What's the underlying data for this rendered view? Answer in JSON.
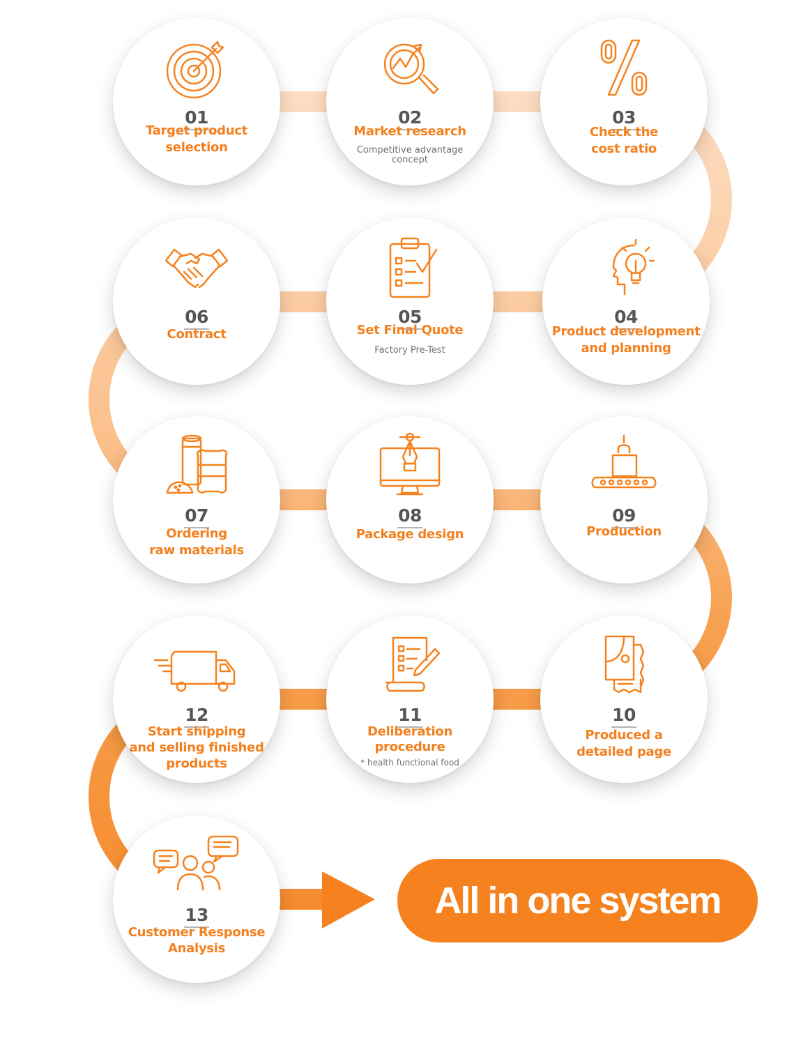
{
  "colors": {
    "accent": "#f5821f",
    "accent_light": "#fcd2ad",
    "number": "#555555",
    "subtext": "#707070"
  },
  "steps": [
    {
      "number": "01",
      "title": "Target product\nselection",
      "subtitle": "",
      "icon": "target-icon"
    },
    {
      "number": "02",
      "title": "Market research",
      "subtitle": "Competitive advantage\nconcept",
      "icon": "magnifier-chart-icon"
    },
    {
      "number": "03",
      "title": "Check the\ncost ratio",
      "subtitle": "",
      "icon": "percent-icon"
    },
    {
      "number": "04",
      "title": "Product development\nand planning",
      "subtitle": "",
      "icon": "head-lightbulb-icon"
    },
    {
      "number": "05",
      "title": "Set Final Quote",
      "subtitle": "Factory Pre-Test",
      "icon": "clipboard-checklist-icon"
    },
    {
      "number": "06",
      "title": "Contract",
      "subtitle": "",
      "icon": "handshake-icon"
    },
    {
      "number": "07",
      "title": "Ordering\nraw materials",
      "subtitle": "",
      "icon": "raw-materials-icon"
    },
    {
      "number": "08",
      "title": "Package design",
      "subtitle": "",
      "icon": "pen-monitor-icon"
    },
    {
      "number": "09",
      "title": "Production",
      "subtitle": "",
      "icon": "conveyor-icon"
    },
    {
      "number": "10",
      "title": "Produced a\ndetailed page",
      "subtitle": "",
      "icon": "pages-icon"
    },
    {
      "number": "11",
      "title": "Deliberation\nprocedure",
      "subtitle": "* health functional food",
      "icon": "document-pen-icon"
    },
    {
      "number": "12",
      "title": "Start shipping\nand selling finished\nproducts",
      "subtitle": "",
      "icon": "truck-icon"
    },
    {
      "number": "13",
      "title": "Customer Response\nAnalysis",
      "subtitle": "",
      "icon": "chat-people-icon"
    }
  ],
  "final_label": "All in one system"
}
